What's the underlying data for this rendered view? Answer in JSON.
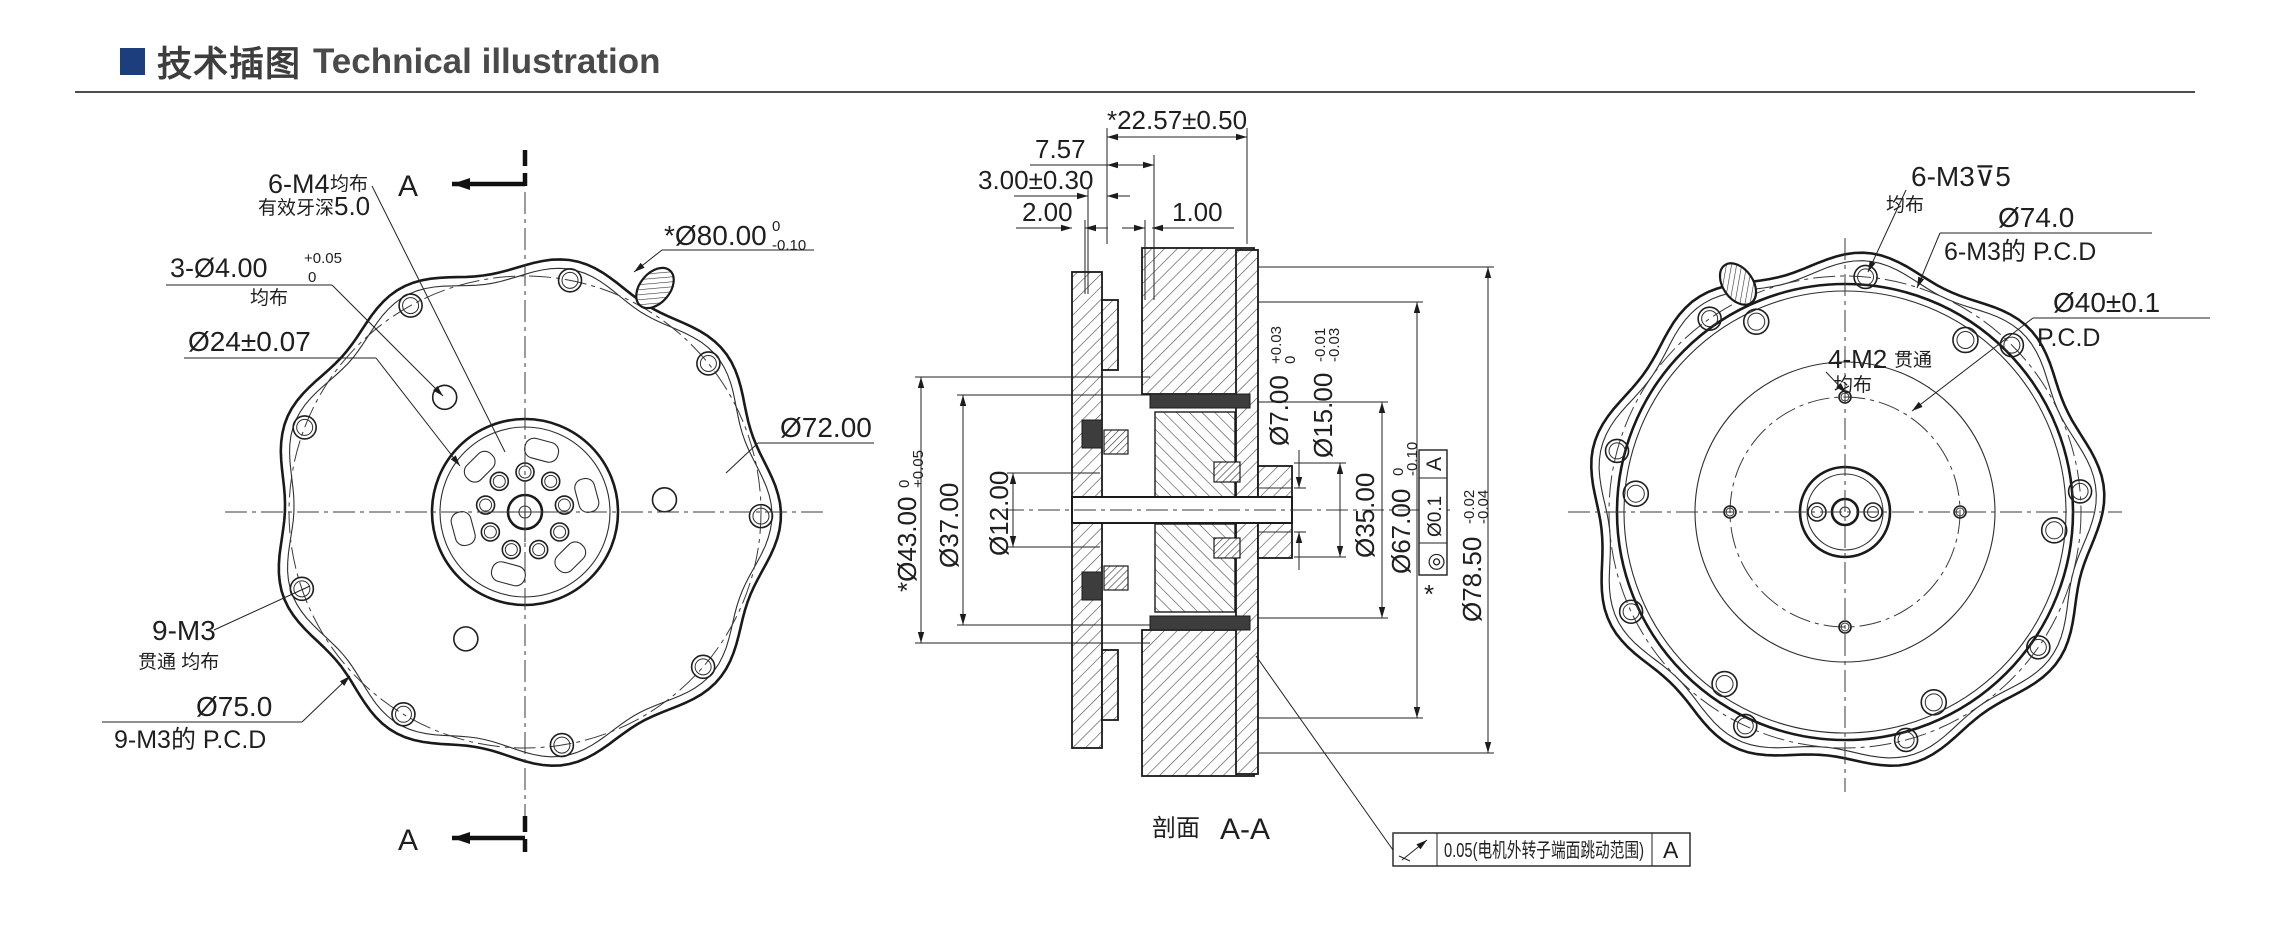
{
  "header": {
    "title_zh": "技术插图",
    "title_en": "Technical illustration",
    "accent_color": "#1d3e7d"
  },
  "front": {
    "m4": {
      "label": "6-M4",
      "note": "均布",
      "depth_prefix": "有效牙深",
      "depth_value": "5.0"
    },
    "d4": {
      "label": "3-Ø4.00",
      "tol_up": "+0.05",
      "tol_dn": "0",
      "note": "均布"
    },
    "d24": {
      "label": "Ø24±0.07"
    },
    "d80": {
      "label": "*Ø80.00",
      "tol_up": "0",
      "tol_dn": "-0.10"
    },
    "d72": {
      "label": "Ø72.00"
    },
    "m3": {
      "label": "9-M3",
      "note": "贯通  均布"
    },
    "d75": {
      "label": "Ø75.0",
      "note": "9-M3的 P.C.D"
    },
    "section_marker_top": "A",
    "section_marker_bottom": "A"
  },
  "section": {
    "caption_zh": "剖面",
    "caption_view": "A-A",
    "top_dims": {
      "overall": "*22.57±0.50",
      "d757": "7.57",
      "d300": "3.00±0.30",
      "d200": "2.00",
      "d100": "1.00"
    },
    "left_dims": {
      "d43": {
        "label": "*Ø43.00",
        "tol_up": "0",
        "tol_dn": "+0.05"
      },
      "d37": {
        "label": "Ø37.00"
      },
      "d12": {
        "label": "Ø12.00"
      }
    },
    "right_dims": {
      "d7": {
        "label": "Ø7.00",
        "tol_up": "+0.03",
        "tol_dn": "0"
      },
      "d15": {
        "label": "Ø15.00",
        "tol_up": "-0.01",
        "tol_dn": "-0.03"
      },
      "d35": {
        "label": "Ø35.00"
      },
      "d67": {
        "label": "Ø67.00",
        "tol_up": "0",
        "tol_dn": "-0.10"
      },
      "d785": {
        "label": "Ø78.50",
        "tol_up": "-0.02",
        "tol_dn": "-0.04"
      }
    },
    "fcf": {
      "symbol": "◎",
      "tolerance": "Ø0.1",
      "datum": "A",
      "star": "*"
    },
    "runout": {
      "value": "0.05(电机外转子端面跳动范围)",
      "datum": "A"
    }
  },
  "back": {
    "m3tap": {
      "label": "6-M3⊽5",
      "note": "均布"
    },
    "d74": {
      "label": "Ø74.0",
      "note": "6-M3的 P.C.D"
    },
    "d40": {
      "label": "Ø40±0.1",
      "note": "P.C.D"
    },
    "m2": {
      "label": "4-M2",
      "note1": "贯通",
      "note2": "均布"
    }
  }
}
